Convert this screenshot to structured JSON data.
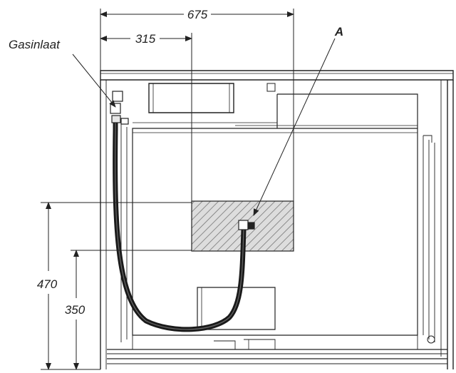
{
  "labels": {
    "gas_inlet": "Gasinlaat",
    "connection_point": "A"
  },
  "dimensions": {
    "total_width": "675",
    "inlet_offset": "315",
    "zone_top_height": "470",
    "zone_bottom_height": "350"
  },
  "colors": {
    "line": "#222222",
    "hatch": "#777777",
    "hatch_bg": "#dddddd",
    "hose": "#1a1a1a"
  }
}
